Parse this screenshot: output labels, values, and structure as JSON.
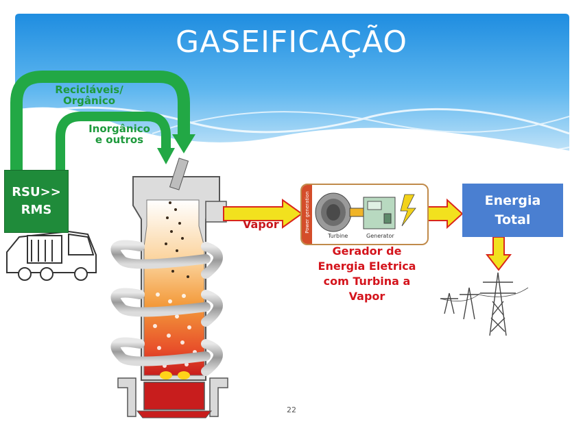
{
  "title": "GASEIFICAÇÃO",
  "source_box": {
    "line1": "RSU>>",
    "line2": "RMS"
  },
  "arrow_labels": {
    "recyclable_line1": "Recicláveis/",
    "recyclable_line2": "Orgânico",
    "inorganic_line1": "Inorgânico",
    "inorganic_line2": "e outros"
  },
  "vapor_label": "Vapor",
  "generator": {
    "side_label": "Power generation",
    "turbine_label": "Turbine",
    "generator_label": "Generator",
    "caption_lines": [
      "Gerador de",
      "Energia Eletrica",
      "com Turbina a",
      "Vapor"
    ]
  },
  "energy_box": {
    "line1": "Energia",
    "line2": "Total"
  },
  "page_number": "22",
  "colors": {
    "green_arrow": "#22a845",
    "source_green": "#1f8b3a",
    "energy_blue": "#4a7fd1",
    "arrow_yellow": "#f2e11e",
    "arrow_outline": "#d9261c",
    "caption_red": "#d4141c"
  }
}
